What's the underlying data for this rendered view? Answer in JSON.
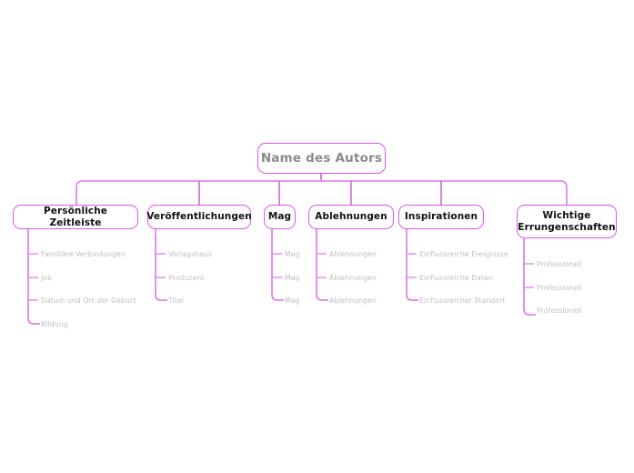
{
  "diagram": {
    "type": "mind-map",
    "title": "Name des Autors",
    "colors": {
      "node_border": "#dd55ee",
      "connector": "#cc66dd",
      "root_text": "#8b8b8b",
      "branch_text": "#111111",
      "leaf_text": "#bdbdbd",
      "background": "#ffffff"
    },
    "root": {
      "label": "Name des Autors"
    },
    "branches": [
      {
        "label": "Persönliche Zeitleiste",
        "children": [
          {
            "label": "Familiäre Verbindungen"
          },
          {
            "label": "Job"
          },
          {
            "label": "Datum und Ort der Geburt"
          },
          {
            "label": "Bildung"
          }
        ]
      },
      {
        "label": "Veröffentlichungen",
        "children": [
          {
            "label": "Verlagshaus"
          },
          {
            "label": "Produzent"
          },
          {
            "label": "Titel"
          }
        ]
      },
      {
        "label": "Mag",
        "children": [
          {
            "label": "Mag"
          },
          {
            "label": "Mag"
          },
          {
            "label": "Mag"
          }
        ]
      },
      {
        "label": "Ablehnungen",
        "children": [
          {
            "label": "Ablehnungen"
          },
          {
            "label": "Ablehnungen"
          },
          {
            "label": "Ablehnungen"
          }
        ]
      },
      {
        "label": "Inspirationen",
        "children": [
          {
            "label": "Einflussreiche Ereignisse"
          },
          {
            "label": "Einflussreiche Daten"
          },
          {
            "label": "Einflussreicher Standort"
          }
        ]
      },
      {
        "label": "Wichtige Errungenschaften",
        "label_line1": "Wichtige",
        "label_line2": "Errungenschaften",
        "children": [
          {
            "label": "Professionell"
          },
          {
            "label": "Professionell"
          },
          {
            "label": "Professionell"
          }
        ]
      }
    ]
  }
}
